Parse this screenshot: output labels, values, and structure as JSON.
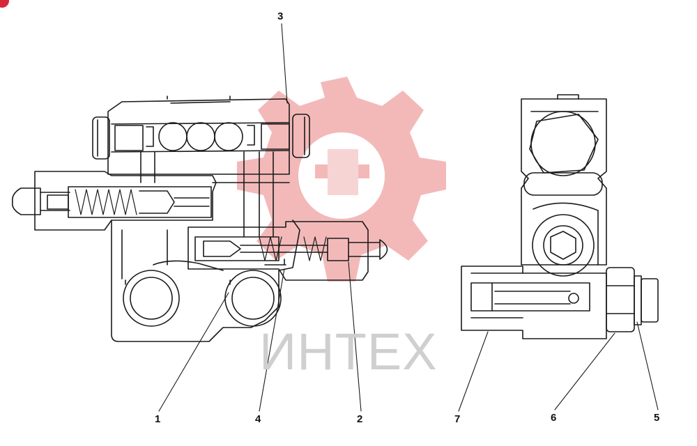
{
  "figure": {
    "callouts": [
      "3",
      "1",
      "4",
      "2",
      "7",
      "6",
      "5"
    ]
  },
  "watermark": {
    "text": "ИНТЕХ",
    "colors": {
      "gear": "#f3b9b9",
      "text": "#cfcfcf",
      "badge": "#d9263a"
    }
  },
  "colors": {
    "line": "#1a1a1a",
    "background": "#ffffff"
  }
}
